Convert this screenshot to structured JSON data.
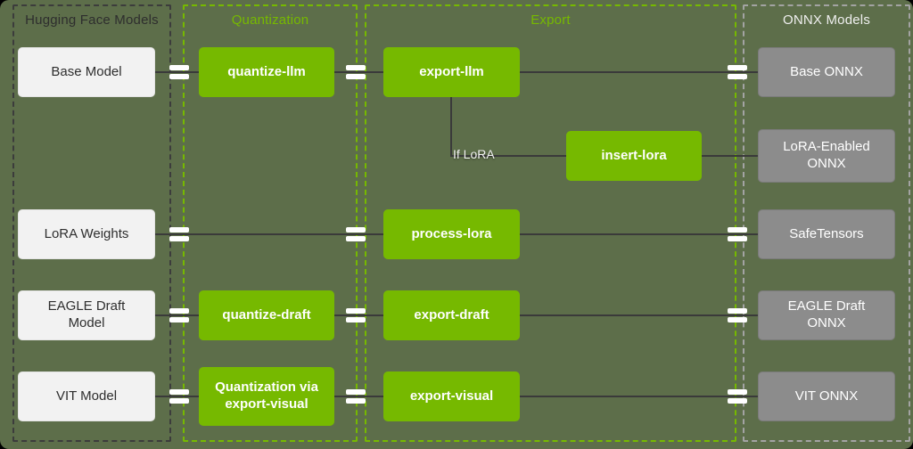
{
  "lanes": {
    "huggingface": {
      "title": "Hugging Face Models"
    },
    "quantization": {
      "title": "Quantization"
    },
    "export": {
      "title": "Export"
    },
    "onnx": {
      "title": "ONNX Models"
    }
  },
  "nodes": {
    "base_model": "Base Model",
    "lora_weights": "LoRA Weights",
    "eagle_draft_model": "EAGLE Draft Model",
    "vit_model": "VIT Model",
    "quantize_llm": "quantize-llm",
    "quantize_draft": "quantize-draft",
    "quantize_visual": "Quantization via export-visual",
    "export_llm": "export-llm",
    "insert_lora": "insert-lora",
    "process_lora": "process-lora",
    "export_draft": "export-draft",
    "export_visual": "export-visual",
    "base_onnx": "Base ONNX",
    "lora_enabled_onnx": "LoRA-Enabled ONNX",
    "safetensors": "SafeTensors",
    "eagle_draft_onnx": "EAGLE Draft ONNX",
    "vit_onnx": "VIT ONNX"
  },
  "edge_labels": {
    "if_lora": "If LoRA"
  },
  "colors": {
    "background": "#5d6e4a",
    "accent_green": "#76b900",
    "light_node": "#f2f2f2",
    "gray_node": "#8c8c8c",
    "edge": "#3a3a3a",
    "marker": "#ffffff"
  }
}
